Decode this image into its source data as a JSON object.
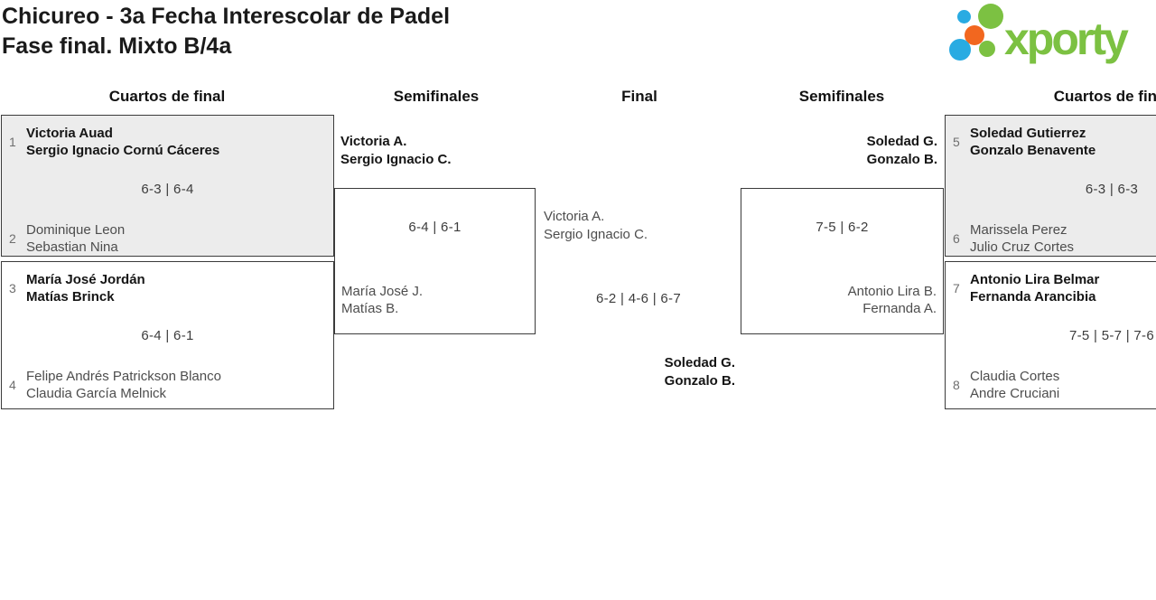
{
  "title": {
    "line1": "Chicureo - 3a Fecha Interescolar de Padel",
    "line2": "Fase final. Mixto B/4a"
  },
  "logo": {
    "brand": "xporty"
  },
  "colors": {
    "brand_green": "#7cc142",
    "brand_blue": "#29abe2",
    "brand_orange": "#f2671f"
  },
  "headers": {
    "col1": "Cuartos de final",
    "col2": "Semifinales",
    "col3": "Final",
    "col4": "Semifinales",
    "col5": "Cuartos de final"
  },
  "matches": {
    "qf1": {
      "seed_top": "1",
      "top_player1": "Victoria Auad",
      "top_player2": "Sergio Ignacio Cornú Cáceres",
      "score": "6-3 | 6-4",
      "seed_bottom": "2",
      "bottom_player1": "Dominique Leon",
      "bottom_player2": "Sebastian Nina"
    },
    "qf2": {
      "seed_top": "3",
      "top_player1": "María José Jordán",
      "top_player2": "Matías Brinck",
      "score": "6-4 | 6-1",
      "seed_bottom": "4",
      "bottom_player1": "Felipe Andrés Patrickson Blanco",
      "bottom_player2": "Claudia García Melnick"
    },
    "qf3": {
      "seed_top": "5",
      "top_player1": "Soledad Gutierrez",
      "top_player2": "Gonzalo Benavente",
      "score": "6-3 | 6-3",
      "seed_bottom": "6",
      "bottom_player1": "Marissela Perez",
      "bottom_player2": "Julio Cruz Cortes"
    },
    "qf4": {
      "seed_top": "7",
      "top_player1": "Antonio Lira Belmar",
      "top_player2": "Fernanda Arancibia",
      "score": "7-5 | 5-7 | 7-6",
      "seed_bottom": "8",
      "bottom_player1": "Claudia Cortes",
      "bottom_player2": "Andre Cruciani"
    },
    "sf1": {
      "winner1": "Victoria A.",
      "winner2": "Sergio Ignacio C.",
      "score": "6-4 | 6-1",
      "loser1": "María José J.",
      "loser2": "Matías B."
    },
    "sf2": {
      "winner1": "Soledad G.",
      "winner2": "Gonzalo B.",
      "score": "7-5 | 6-2",
      "loser1": "Antonio Lira B.",
      "loser2": "Fernanda A."
    },
    "final": {
      "finalist1_1": "Victoria A.",
      "finalist1_2": "Sergio Ignacio C.",
      "score": "6-2 | 4-6 | 6-7",
      "winner1": "Soledad G.",
      "winner2": "Gonzalo B."
    }
  }
}
